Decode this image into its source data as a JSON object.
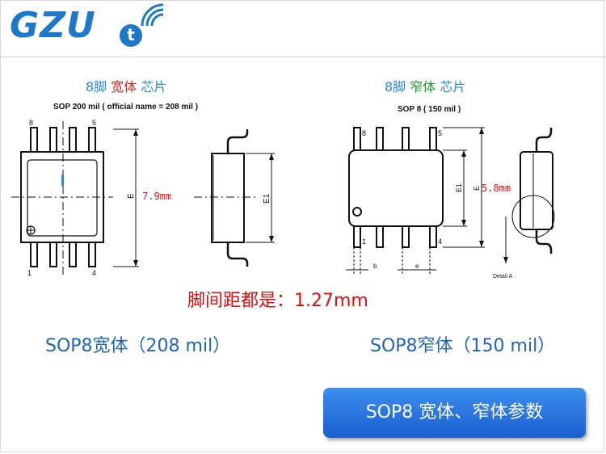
{
  "brand": {
    "name": "GZU",
    "badge": "t"
  },
  "left_header": {
    "pins": "8脚 ",
    "type": "宽体",
    "chip": " 芯片"
  },
  "right_header": {
    "pins": "8脚 ",
    "type": "窄体",
    "chip": " 芯片"
  },
  "left_subtitle": "SOP 200 mil ( official name = 208 mil )",
  "right_subtitle": "SOP 8 ( 150 mil )",
  "left_drawing": {
    "pin_top_left": "8",
    "pin_top_right": "5",
    "pin_bottom_left": "1",
    "pin_bottom_right": "4",
    "dim_e": "E",
    "dim_e1": "E1",
    "dim_value": "7.9mm"
  },
  "right_drawing": {
    "pin_top_left": "8",
    "pin_top_right": "5",
    "pin_bottom_left": "1",
    "pin_bottom_right": "4",
    "dim_e": "E",
    "dim_e1": "E1",
    "dim_b": "b",
    "dim_e_small": "e",
    "dim_value": "5.8mm",
    "detail_label": "Detail A"
  },
  "pitch_text": "脚间距都是：1.27mm",
  "caption_left": "SOP8宽体（208 mil）",
  "caption_right": "SOP8窄体（150 mil）",
  "button_label": "SOP8 宽体、窄体参数",
  "colors": {
    "brand_blue": "#1e78c8",
    "red": "#e02020",
    "green": "#1a9a2a",
    "caption_blue": "#1e64c0",
    "button_blue": "#2a78e0"
  }
}
